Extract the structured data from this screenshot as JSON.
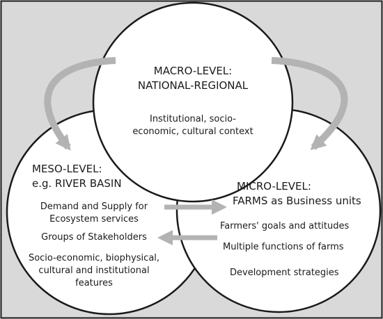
{
  "macro": {
    "title_line1": "MACRO-LEVEL:",
    "title_line2": "NATIONAL-REGIONAL",
    "body_line1": "Institutional, socio-",
    "body_line2": "economic, cultural context"
  },
  "meso": {
    "title_line1": "MESO-LEVEL:",
    "title_line2": "e.g. RIVER BASIN",
    "item1_line1": "Demand and Supply for",
    "item1_line2": "Ecosystem services",
    "item2": "Groups of Stakeholders",
    "item3_line1": "Socio-economic, biophysical,",
    "item3_line2": "cultural and institutional",
    "item3_line3": "features"
  },
  "micro": {
    "title_line1": "MICRO-LEVEL:",
    "title_line2": "FARMS as Business units",
    "item1": "Farmers' goals and attitudes",
    "item2": "Multiple functions of farms",
    "item3": "Development strategies"
  },
  "colors": {
    "background": "#d9d9d9",
    "circle_fill": "#ffffff",
    "circle_stroke": "#1a1a1a",
    "arrow": "#b3b3b3"
  }
}
